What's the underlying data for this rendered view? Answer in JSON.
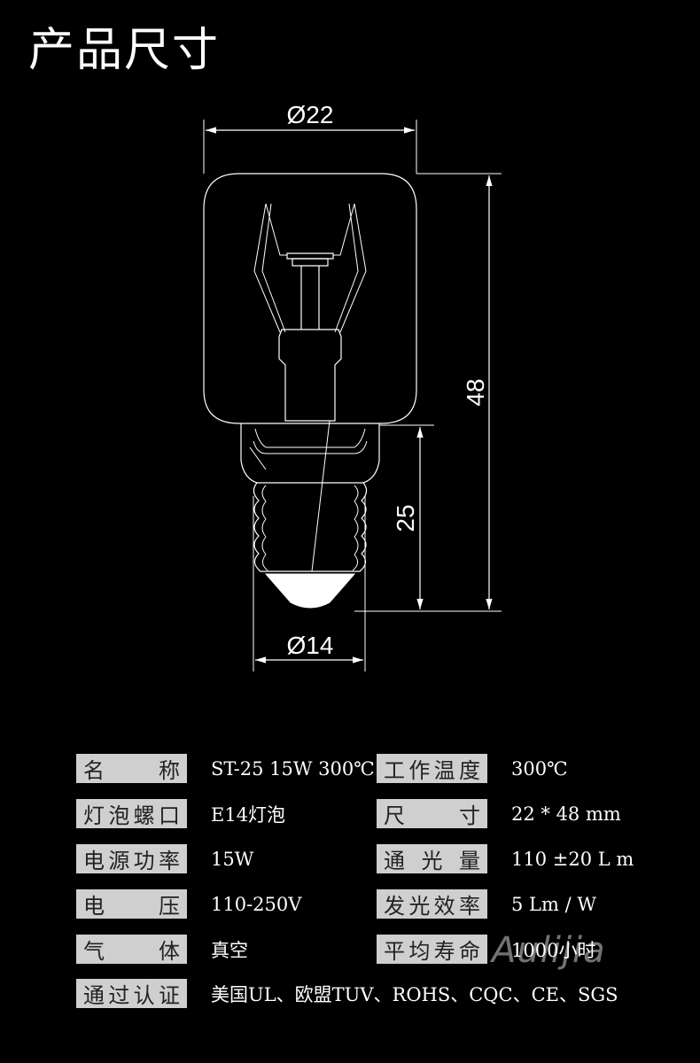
{
  "title": "产品尺寸",
  "dimensions": {
    "width_top": "Ø22",
    "height_total": "48",
    "height_base": "25",
    "width_base": "Ø14"
  },
  "specs": {
    "rows": [
      {
        "label_left": "名　称",
        "value_left": "ST-25 15W 300℃",
        "label_right": "工作温度",
        "value_right": "300℃"
      },
      {
        "label_left": "灯泡螺口",
        "value_left": "E14灯泡",
        "label_right": "尺　寸",
        "value_right": "22 * 48 mm"
      },
      {
        "label_left": "电源功率",
        "value_left": "15W",
        "label_right": "通光量",
        "value_right": "110 ±20 L m"
      },
      {
        "label_left": "电　压",
        "value_left": "110-250V",
        "label_right": "发光效率",
        "value_right": "5  Lm / W"
      },
      {
        "label_left": "气　体",
        "value_left": "真空",
        "label_right": "平均寿命",
        "value_right": "1000小时"
      },
      {
        "label_left": "通过认证",
        "value_left": "美国UL、欧盟TUV、ROHS、CQC、CE、SGS"
      }
    ]
  },
  "watermark": "Aulijia"
}
